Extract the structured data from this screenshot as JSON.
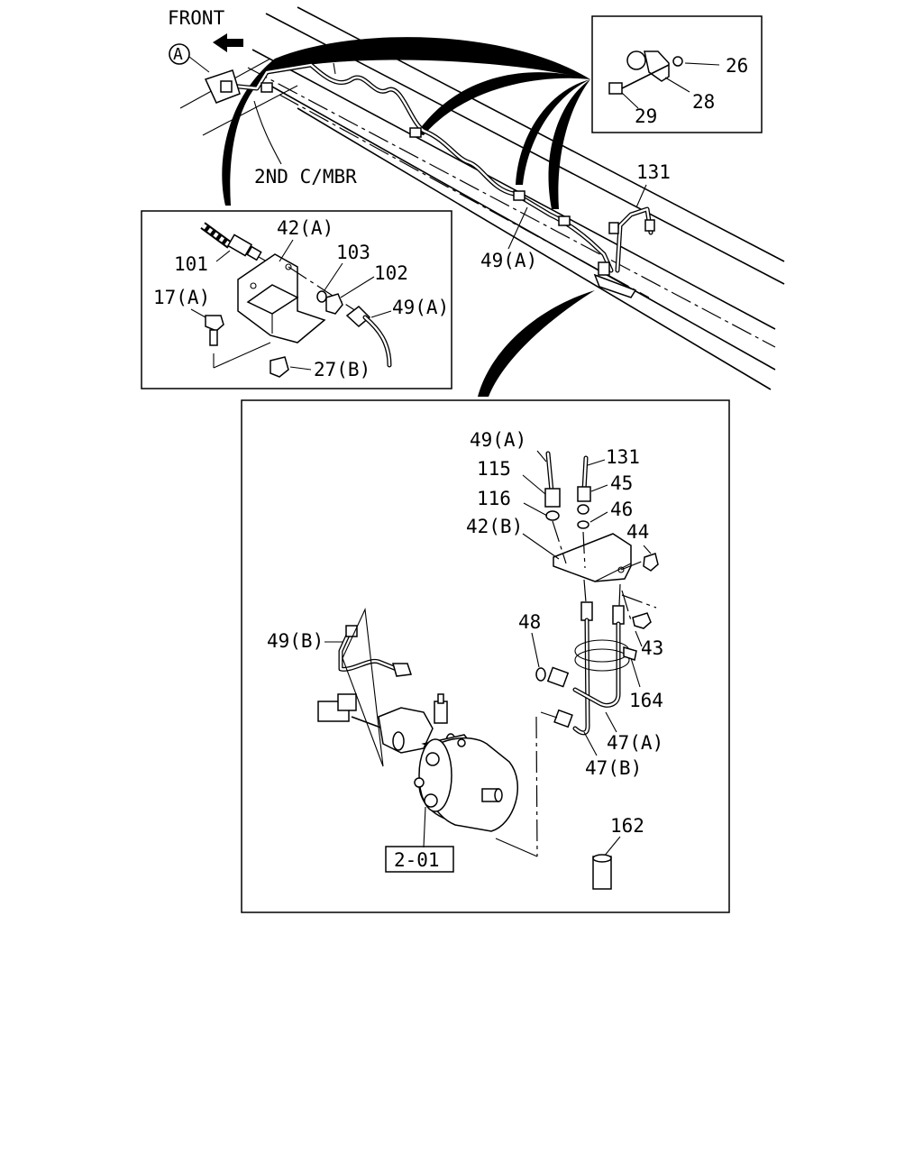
{
  "header": {
    "front_label": "FRONT",
    "view_marker": "A"
  },
  "frame": {
    "member_label": "2ND C/MBR"
  },
  "detail_top_right": {
    "labels": [
      "26",
      "28",
      "29"
    ]
  },
  "detail_left": {
    "labels": [
      "42(A)",
      "101",
      "103",
      "102",
      "17(A)",
      "49(A)",
      "27(B)"
    ]
  },
  "main_callouts": {
    "labels": [
      "131",
      "49(A)"
    ]
  },
  "detail_bottom": {
    "labels": [
      "49(A)",
      "131",
      "115",
      "45",
      "116",
      "46",
      "42(B)",
      "44",
      "48",
      "43",
      "49(B)",
      "164",
      "47(A)",
      "47(B)",
      "162"
    ],
    "reference": "2-01"
  }
}
